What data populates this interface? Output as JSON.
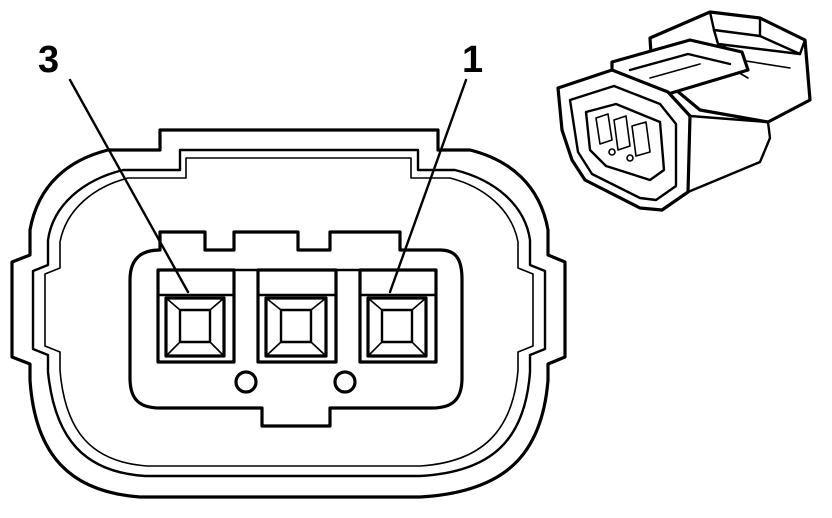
{
  "figure": {
    "kind": "connector-pinout",
    "pin_labels": [
      {
        "id": "pin-3",
        "text": "3"
      },
      {
        "id": "pin-1",
        "text": "1"
      }
    ],
    "terminal_count": 3,
    "colors": {
      "line": "#000000",
      "background": "#ffffff"
    }
  }
}
